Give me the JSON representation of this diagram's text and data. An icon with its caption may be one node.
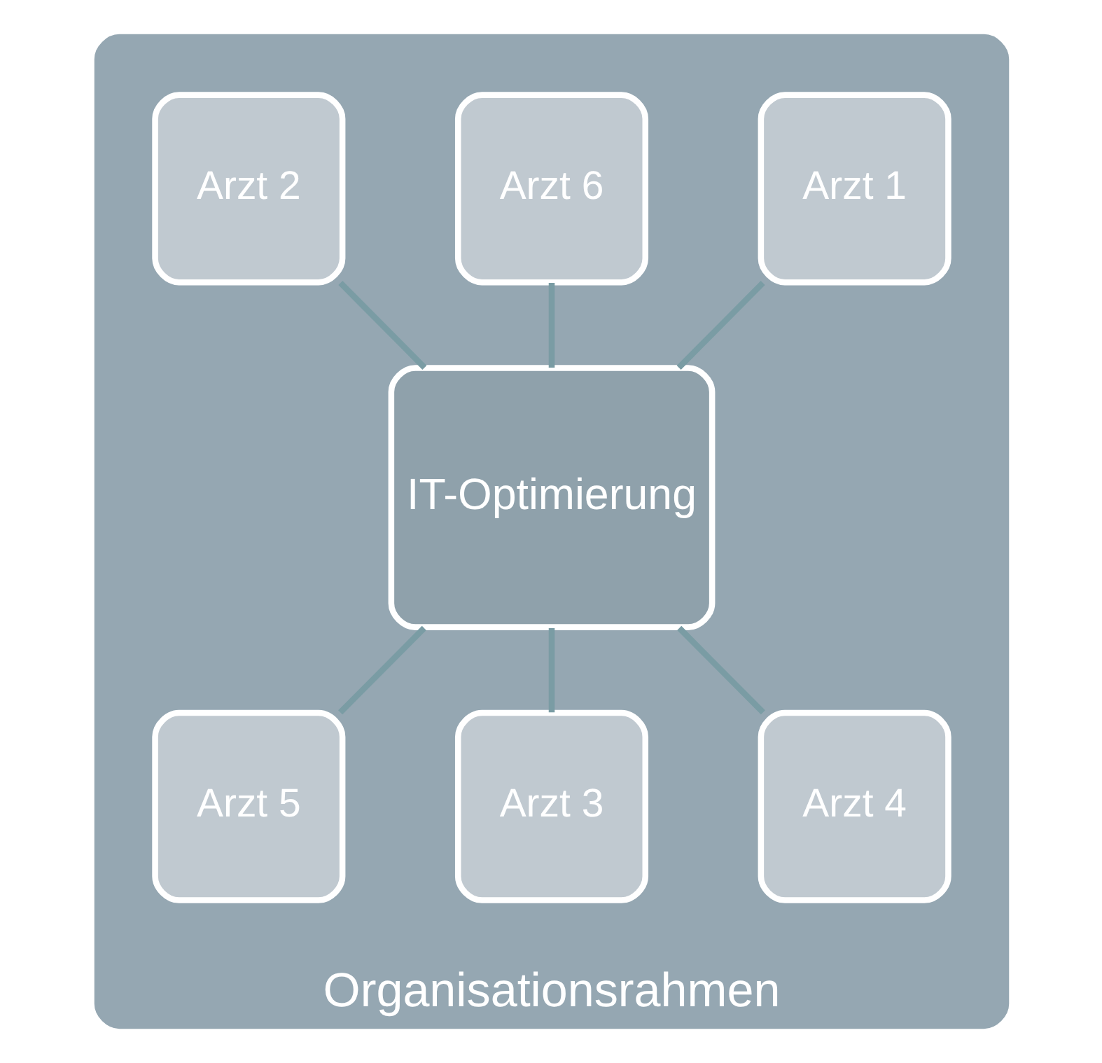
{
  "diagram": {
    "nodes": [
      {
        "text": [
          "Organisationsrahmen"
        ]
      },
      {
        "text": [
          "Arzt 1"
        ],
        "in": 0
      },
      {
        "text": [
          "Arzt 6"
        ],
        "in": 0
      },
      {
        "text": [
          "Arzt 2"
        ],
        "in": 0
      },
      {
        "text": [
          "IT-Optimierung"
        ],
        "in": 0
      },
      {
        "text": [
          "Arzt 5"
        ],
        "in": 0
      },
      {
        "text": [
          "Arzt 3"
        ],
        "in": 0
      },
      {
        "text": [
          "Arzt 4"
        ],
        "in": 0
      }
    ],
    "edges": [
      {
        "from": 4,
        "to": 1,
        "arrow": "none"
      },
      {
        "from": 4,
        "to": 3,
        "arrow": "none"
      },
      {
        "from": 4,
        "to": 6,
        "arrow": "none"
      },
      {
        "from": 4,
        "to": 7,
        "arrow": "none"
      },
      {
        "from": 4,
        "to": 5,
        "arrow": "none"
      },
      {
        "from": 4,
        "to": 2,
        "arrow": "none"
      }
    ]
  }
}
